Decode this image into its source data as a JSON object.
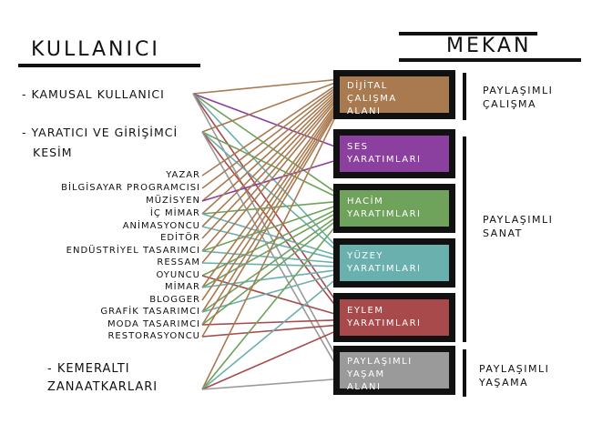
{
  "headers": {
    "left": "KULLANICI",
    "right": "MEKAN"
  },
  "users_group": [
    {
      "label": "- KAMUSAL KULLANICI"
    },
    {
      "label": "- YARATICI VE GİRİŞİMCİ"
    },
    {
      "label": "KESİM"
    }
  ],
  "users_list": [
    "YAZAR",
    "BİLGİSAYAR PROGRAMCISI",
    "MÜZİSYEN",
    "İÇ MİMAR",
    "ANİMASYONCU",
    "EDİTÖR",
    "ENDÜSTRİYEL TASARIMCI",
    "RESSAM",
    "OYUNCU",
    "MİMAR",
    "BLOGGER",
    "GRAFİK TASARIMCI",
    "MODA TASARIMCI",
    "RESTORASYONCU"
  ],
  "craftsmen": {
    "line1": "- KEMERALTI",
    "line2": "ZANAATKARLARI"
  },
  "spaces": [
    {
      "label": "DİJİTAL\nÇALIŞMA\nALANI",
      "color": "#a97a50"
    },
    {
      "label": "SES\nYARATIMLARI",
      "color": "#8b3f9e"
    },
    {
      "label": "HACİM\nYARATIMLARI",
      "color": "#6fa25a"
    },
    {
      "label": "YÜZEY\nYARATIMLARI",
      "color": "#6ab0ae"
    },
    {
      "label": "EYLEM\nYARATIMLARI",
      "color": "#a8494b"
    },
    {
      "label": "PAYLAŞIMLI\nYAŞAM\nALANI",
      "color": "#9a9a9a"
    }
  ],
  "groups": [
    {
      "label": "PAYLAŞIMLI\nÇALIŞMA"
    },
    {
      "label": "PAYLAŞIMLI\nSANAT"
    },
    {
      "label": "PAYLAŞIMLI\nYAŞAMA"
    }
  ],
  "connections": [
    {
      "from": "u0",
      "to": 0
    },
    {
      "from": "u0",
      "to": 1
    },
    {
      "from": "u0",
      "to": 2
    },
    {
      "from": "u0",
      "to": 3
    },
    {
      "from": "u0",
      "to": 4
    },
    {
      "from": "u0",
      "to": 5
    },
    {
      "from": "u1",
      "to": 0
    },
    {
      "from": "u1",
      "to": 2
    },
    {
      "from": "u1",
      "to": 3
    },
    {
      "from": "u1",
      "to": 4
    },
    {
      "from": "u1",
      "to": 5
    },
    {
      "from": 0,
      "to": 0
    },
    {
      "from": 1,
      "to": 0
    },
    {
      "from": 2,
      "to": 0
    },
    {
      "from": 2,
      "to": 1
    },
    {
      "from": 3,
      "to": 0
    },
    {
      "from": 3,
      "to": 2
    },
    {
      "from": 3,
      "to": 3
    },
    {
      "from": 4,
      "to": 0
    },
    {
      "from": 4,
      "to": 3
    },
    {
      "from": 5,
      "to": 0
    },
    {
      "from": 6,
      "to": 0
    },
    {
      "from": 6,
      "to": 2
    },
    {
      "from": 6,
      "to": 3
    },
    {
      "from": 7,
      "to": 0
    },
    {
      "from": 7,
      "to": 3
    },
    {
      "from": 8,
      "to": 2
    },
    {
      "from": 8,
      "to": 4
    },
    {
      "from": 9,
      "to": 0
    },
    {
      "from": 9,
      "to": 2
    },
    {
      "from": 9,
      "to": 3
    },
    {
      "from": 10,
      "to": 0
    },
    {
      "from": 11,
      "to": 0
    },
    {
      "from": 11,
      "to": 2
    },
    {
      "from": 11,
      "to": 3
    },
    {
      "from": 12,
      "to": 0
    },
    {
      "from": 12,
      "to": 2
    },
    {
      "from": 12,
      "to": 4
    },
    {
      "from": 13,
      "to": 0
    },
    {
      "from": 13,
      "to": 4
    },
    {
      "from": "k",
      "to": 0
    },
    {
      "from": "k",
      "to": 2
    },
    {
      "from": "k",
      "to": 3
    },
    {
      "from": "k",
      "to": 4
    },
    {
      "from": "k",
      "to": 5
    }
  ]
}
